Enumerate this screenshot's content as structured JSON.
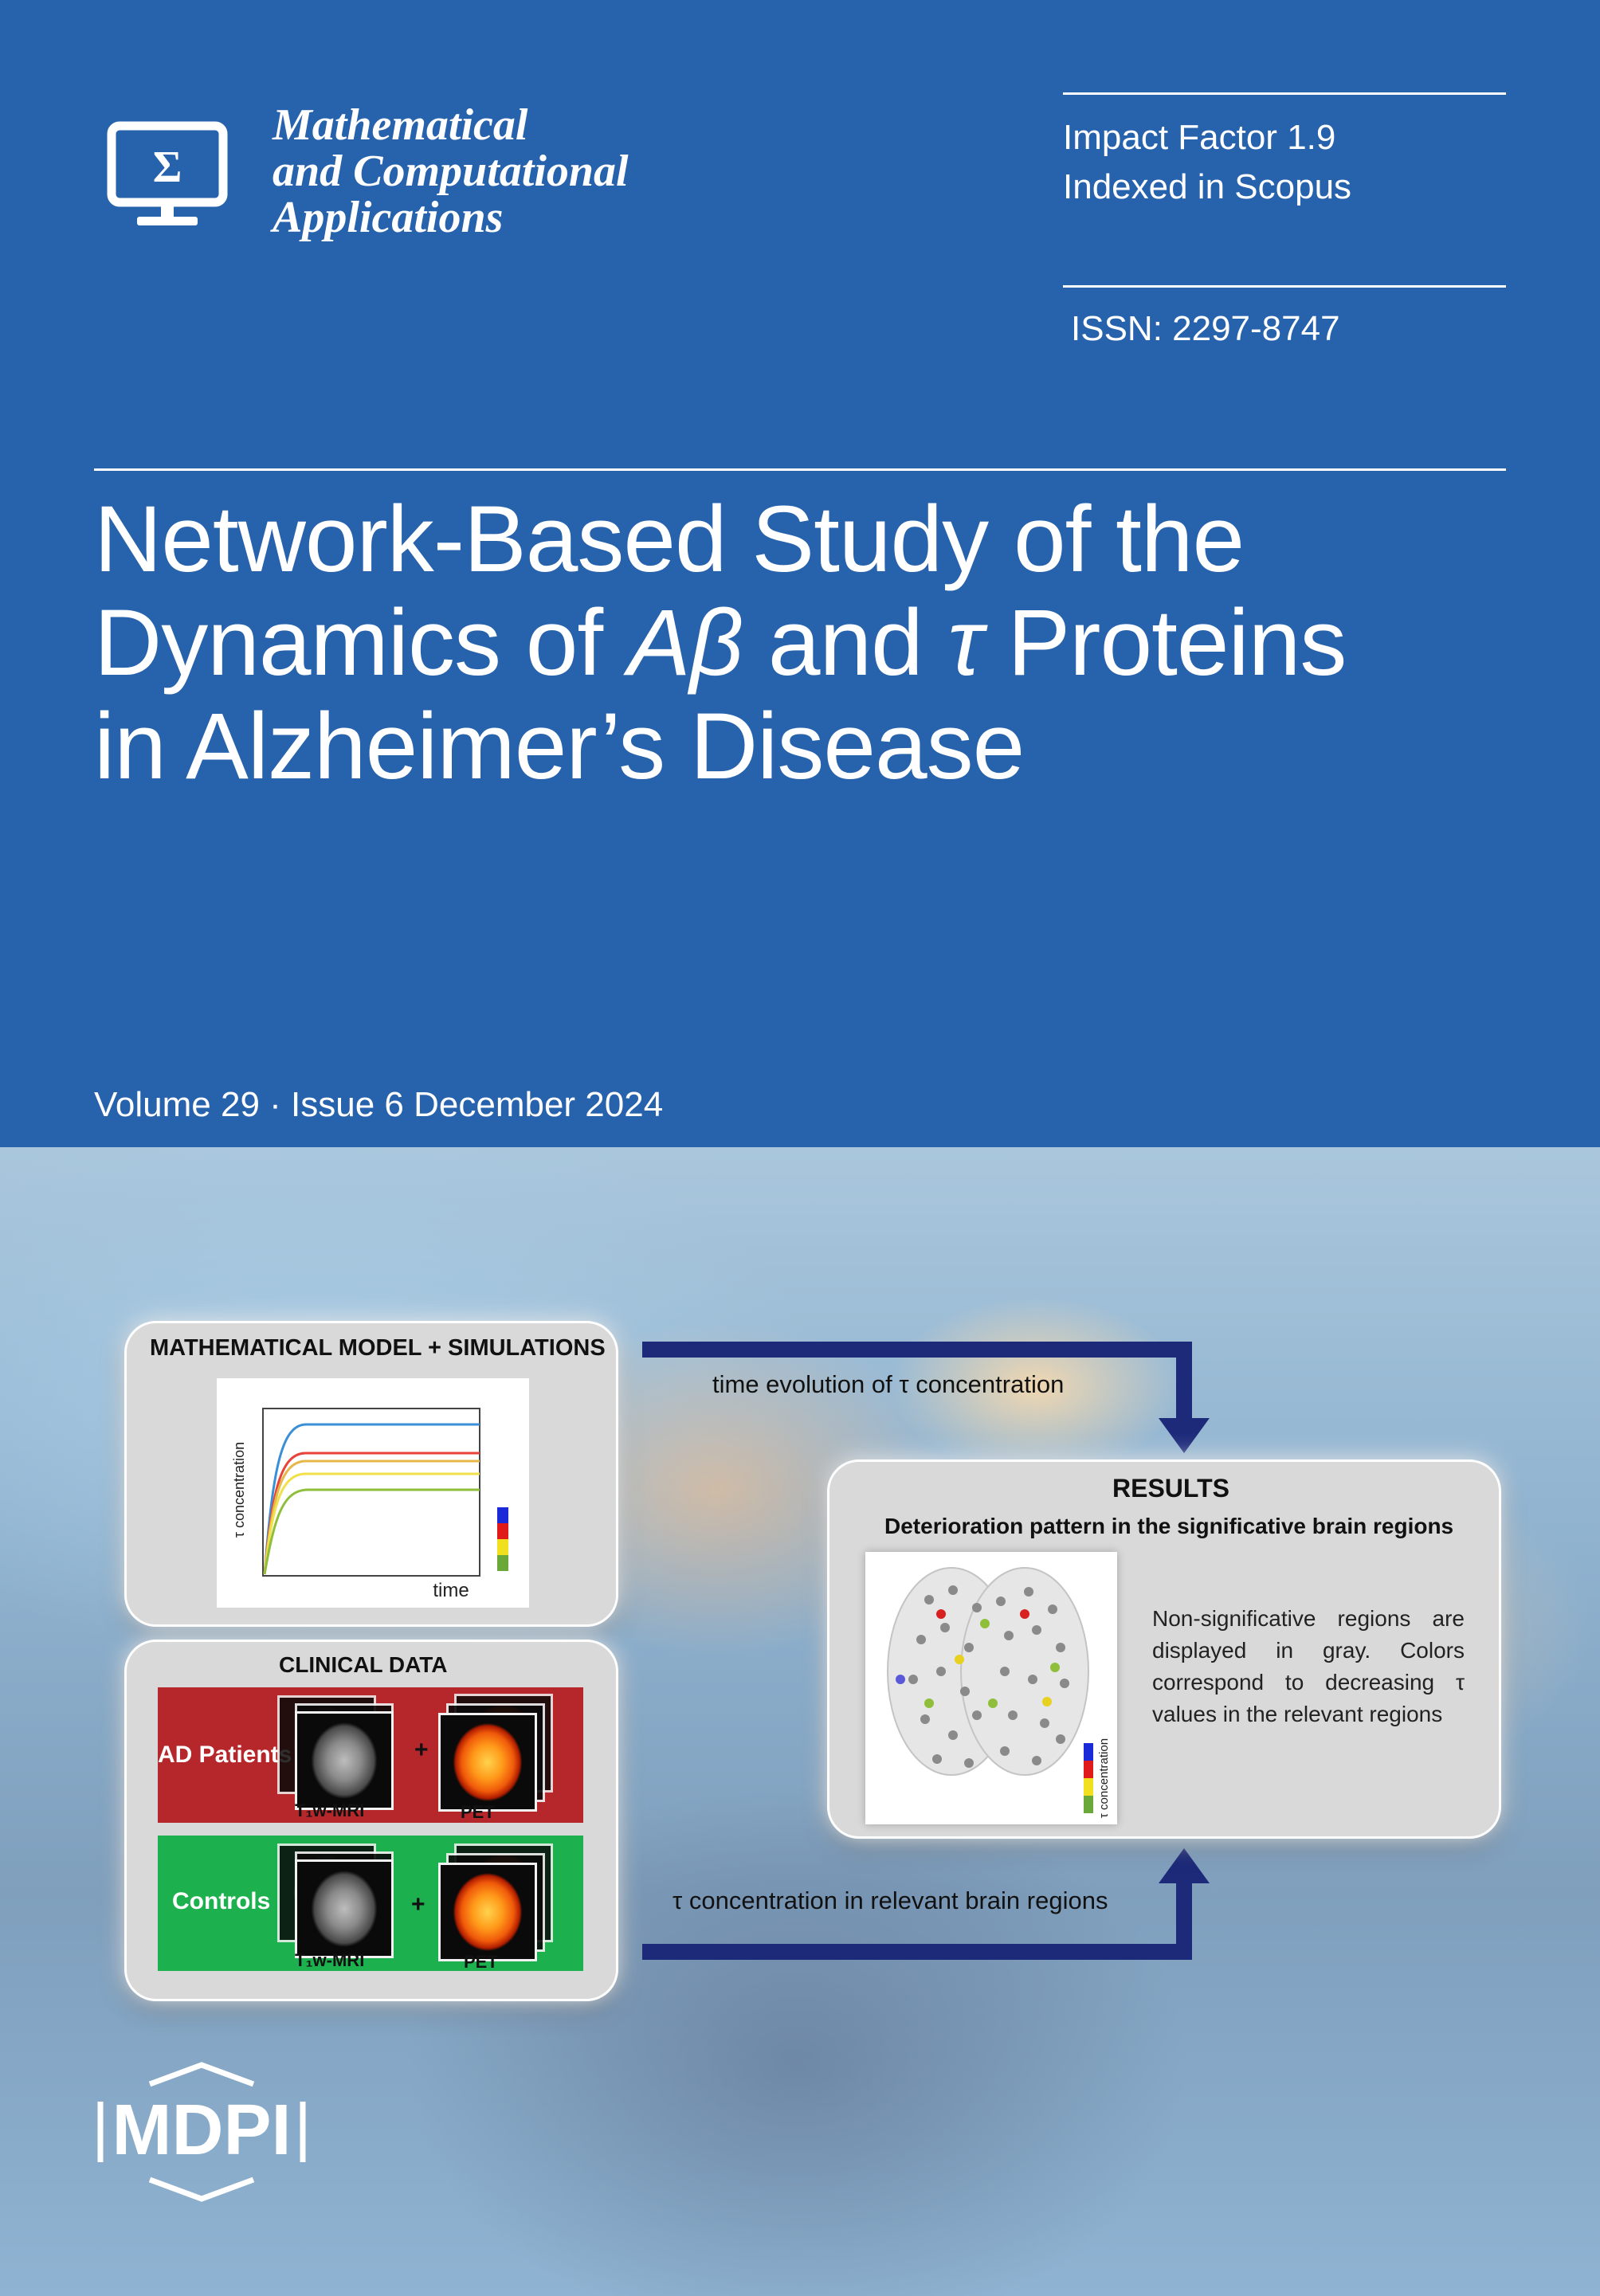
{
  "header": {
    "journal_name": [
      "Mathematical",
      "and Computational",
      "Applications"
    ],
    "impact_factor": "Impact Factor 1.9",
    "indexed": "Indexed in Scopus",
    "issn": "ISSN: 2297-8747",
    "logo_glyph": "Σ"
  },
  "article": {
    "title_line1": "Network-Based Study of the",
    "title_line2_a": "Dynamics of ",
    "title_line2_b": "Aβ",
    "title_line2_c": " and ",
    "title_line2_d": "τ",
    "title_line2_e": " Proteins",
    "title_line3": "in Alzheimer’s Disease"
  },
  "issue": {
    "volume_line": "Volume 29 · Issue 6 December 2024"
  },
  "graphical_abstract": {
    "model_panel": {
      "title": "MATHEMATICAL MODEL + SIMULATIONS",
      "ylabel": "τ concentration",
      "xlabel": "time",
      "series_colors": [
        "#3a8fd6",
        "#e8433a",
        "#e6b84a",
        "#f0e04a",
        "#8fbf3a"
      ]
    },
    "clinical_panel": {
      "title": "CLINICAL DATA",
      "group1": "AD Patients",
      "group2": "Controls",
      "mri_label": "T₁w-MRI",
      "pet_label": "PET",
      "plus": "+"
    },
    "results_panel": {
      "title": "RESULTS",
      "subtitle": "Deterioration pattern in the significative brain regions",
      "note": "Non-significative regions are displayed in gray. Colors correspond to decreasing τ values in the relevant regions",
      "colorbar_label": "τ concentration"
    },
    "arrow_top_label": "time evolution of τ concentration",
    "arrow_bottom_label": "τ concentration in relevant brain regions",
    "colors": {
      "arrow": "#1d2a7a",
      "ad_band": "#b5272a",
      "controls_band": "#1db04e",
      "colorbar": [
        "#1a2ad8",
        "#e01a1a",
        "#f0e020",
        "#6aa83a"
      ]
    }
  },
  "publisher": {
    "logo_text": "MDPI"
  }
}
